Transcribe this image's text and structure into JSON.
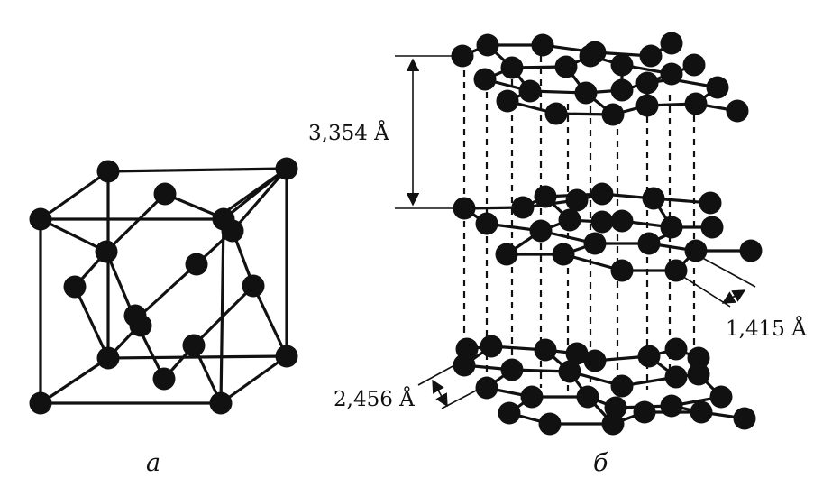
{
  "figure": {
    "panel_a_label": "а",
    "panel_b_label": "б",
    "dim_interlayer": "3,354 Å",
    "dim_bond": "1,415 Å",
    "dim_lattice": "2,456 Å"
  },
  "colors": {
    "ink": "#111111",
    "background": "#ffffff"
  }
}
